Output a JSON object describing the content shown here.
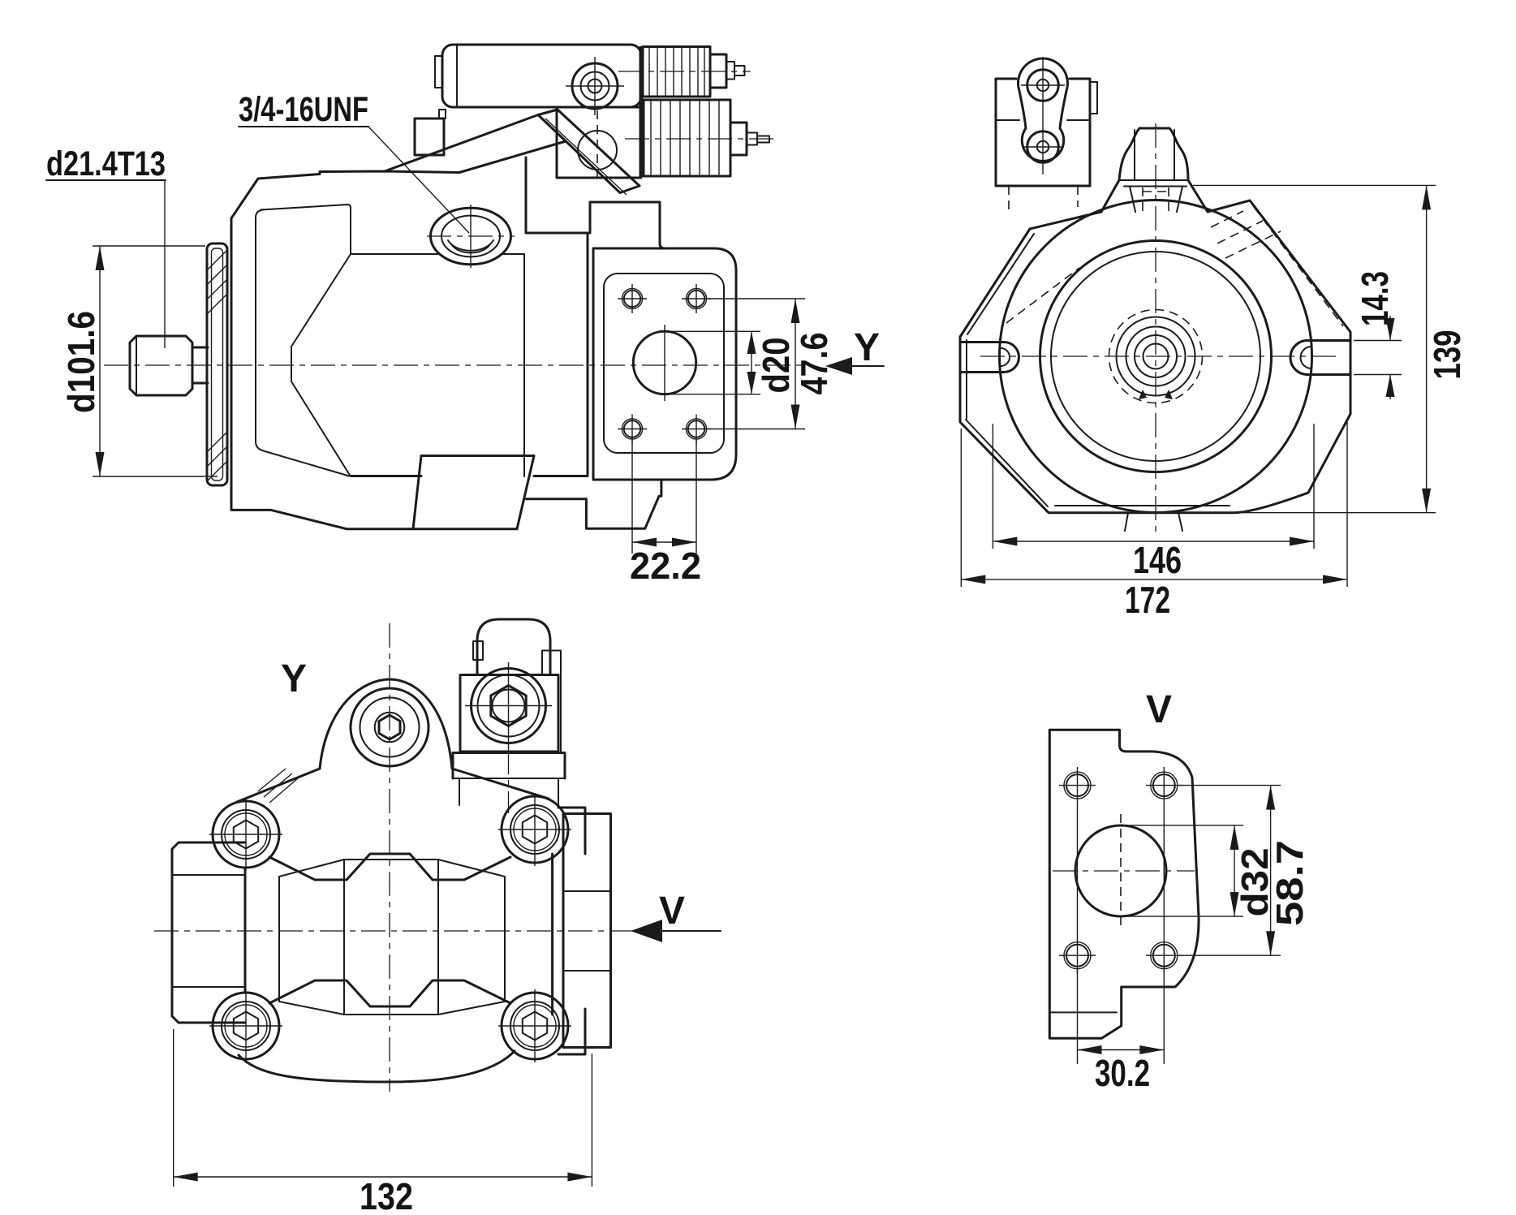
{
  "drawing": {
    "type": "engineering-drawing",
    "background": "#ffffff",
    "line_color": "#1b1b1b",
    "views": {
      "side_view": {
        "shaft_spline_label": "d21.4T13",
        "port_thread_label": "3/4-16UNF",
        "flange_diameter": "d101.6",
        "port_diameter": "d20",
        "port_bolt_vertical_spacing": "47.6",
        "port_bolt_horizontal_spacing": "22.2",
        "view_arrow_label": "Y"
      },
      "front_view": {
        "slot_width": "14.3",
        "overall_height": "139",
        "flange_width": "146",
        "overall_width": "172"
      },
      "top_view": {
        "view_label": "Y",
        "overall_width": "132",
        "view_arrow_label": "V"
      },
      "port_face_view": {
        "view_label": "V",
        "port_diameter": "d32",
        "bolt_vertical_spacing": "58.7",
        "bolt_horizontal_spacing": "30.2"
      }
    }
  }
}
